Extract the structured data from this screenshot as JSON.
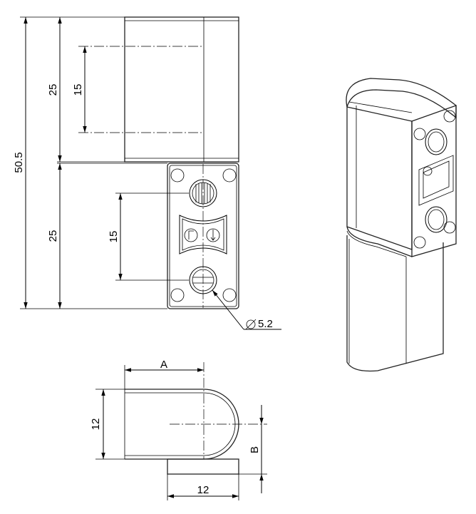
{
  "dimensions": {
    "total_height": "50.5",
    "upper_height": "25",
    "upper_pitch": "15",
    "lower_height": "25",
    "lower_pitch": "15",
    "hole_diameter": "5.2",
    "width_a": "A",
    "depth": "12",
    "offset_b": "B",
    "base_width": "12"
  },
  "colors": {
    "line": "#000000",
    "body": "#222222",
    "background": "#ffffff"
  }
}
